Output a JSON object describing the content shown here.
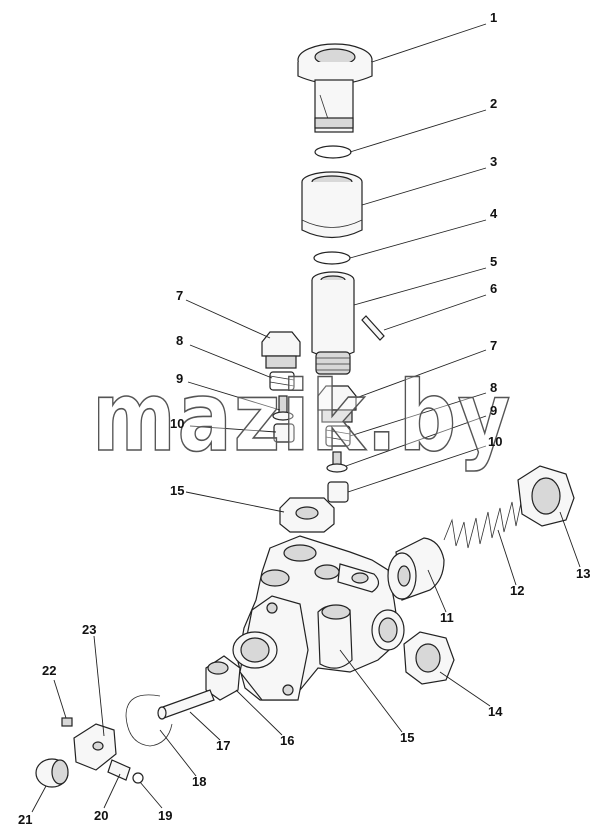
{
  "watermark": "mazik.by",
  "labels": {
    "l1": "1",
    "l2": "2",
    "l3": "3",
    "l4": "4",
    "l5": "5",
    "l6": "6",
    "l7a": "7",
    "l8a": "8",
    "l9a": "9",
    "l10a": "10",
    "l7b": "7",
    "l8b": "8",
    "l9b": "9",
    "l10b": "10",
    "l11": "11",
    "l12": "12",
    "l13": "13",
    "l14": "14",
    "l15a": "15",
    "l15b": "15",
    "l16": "16",
    "l17": "17",
    "l18": "18",
    "l19": "19",
    "l20": "20",
    "l21": "21",
    "l22": "22",
    "l23": "23"
  }
}
